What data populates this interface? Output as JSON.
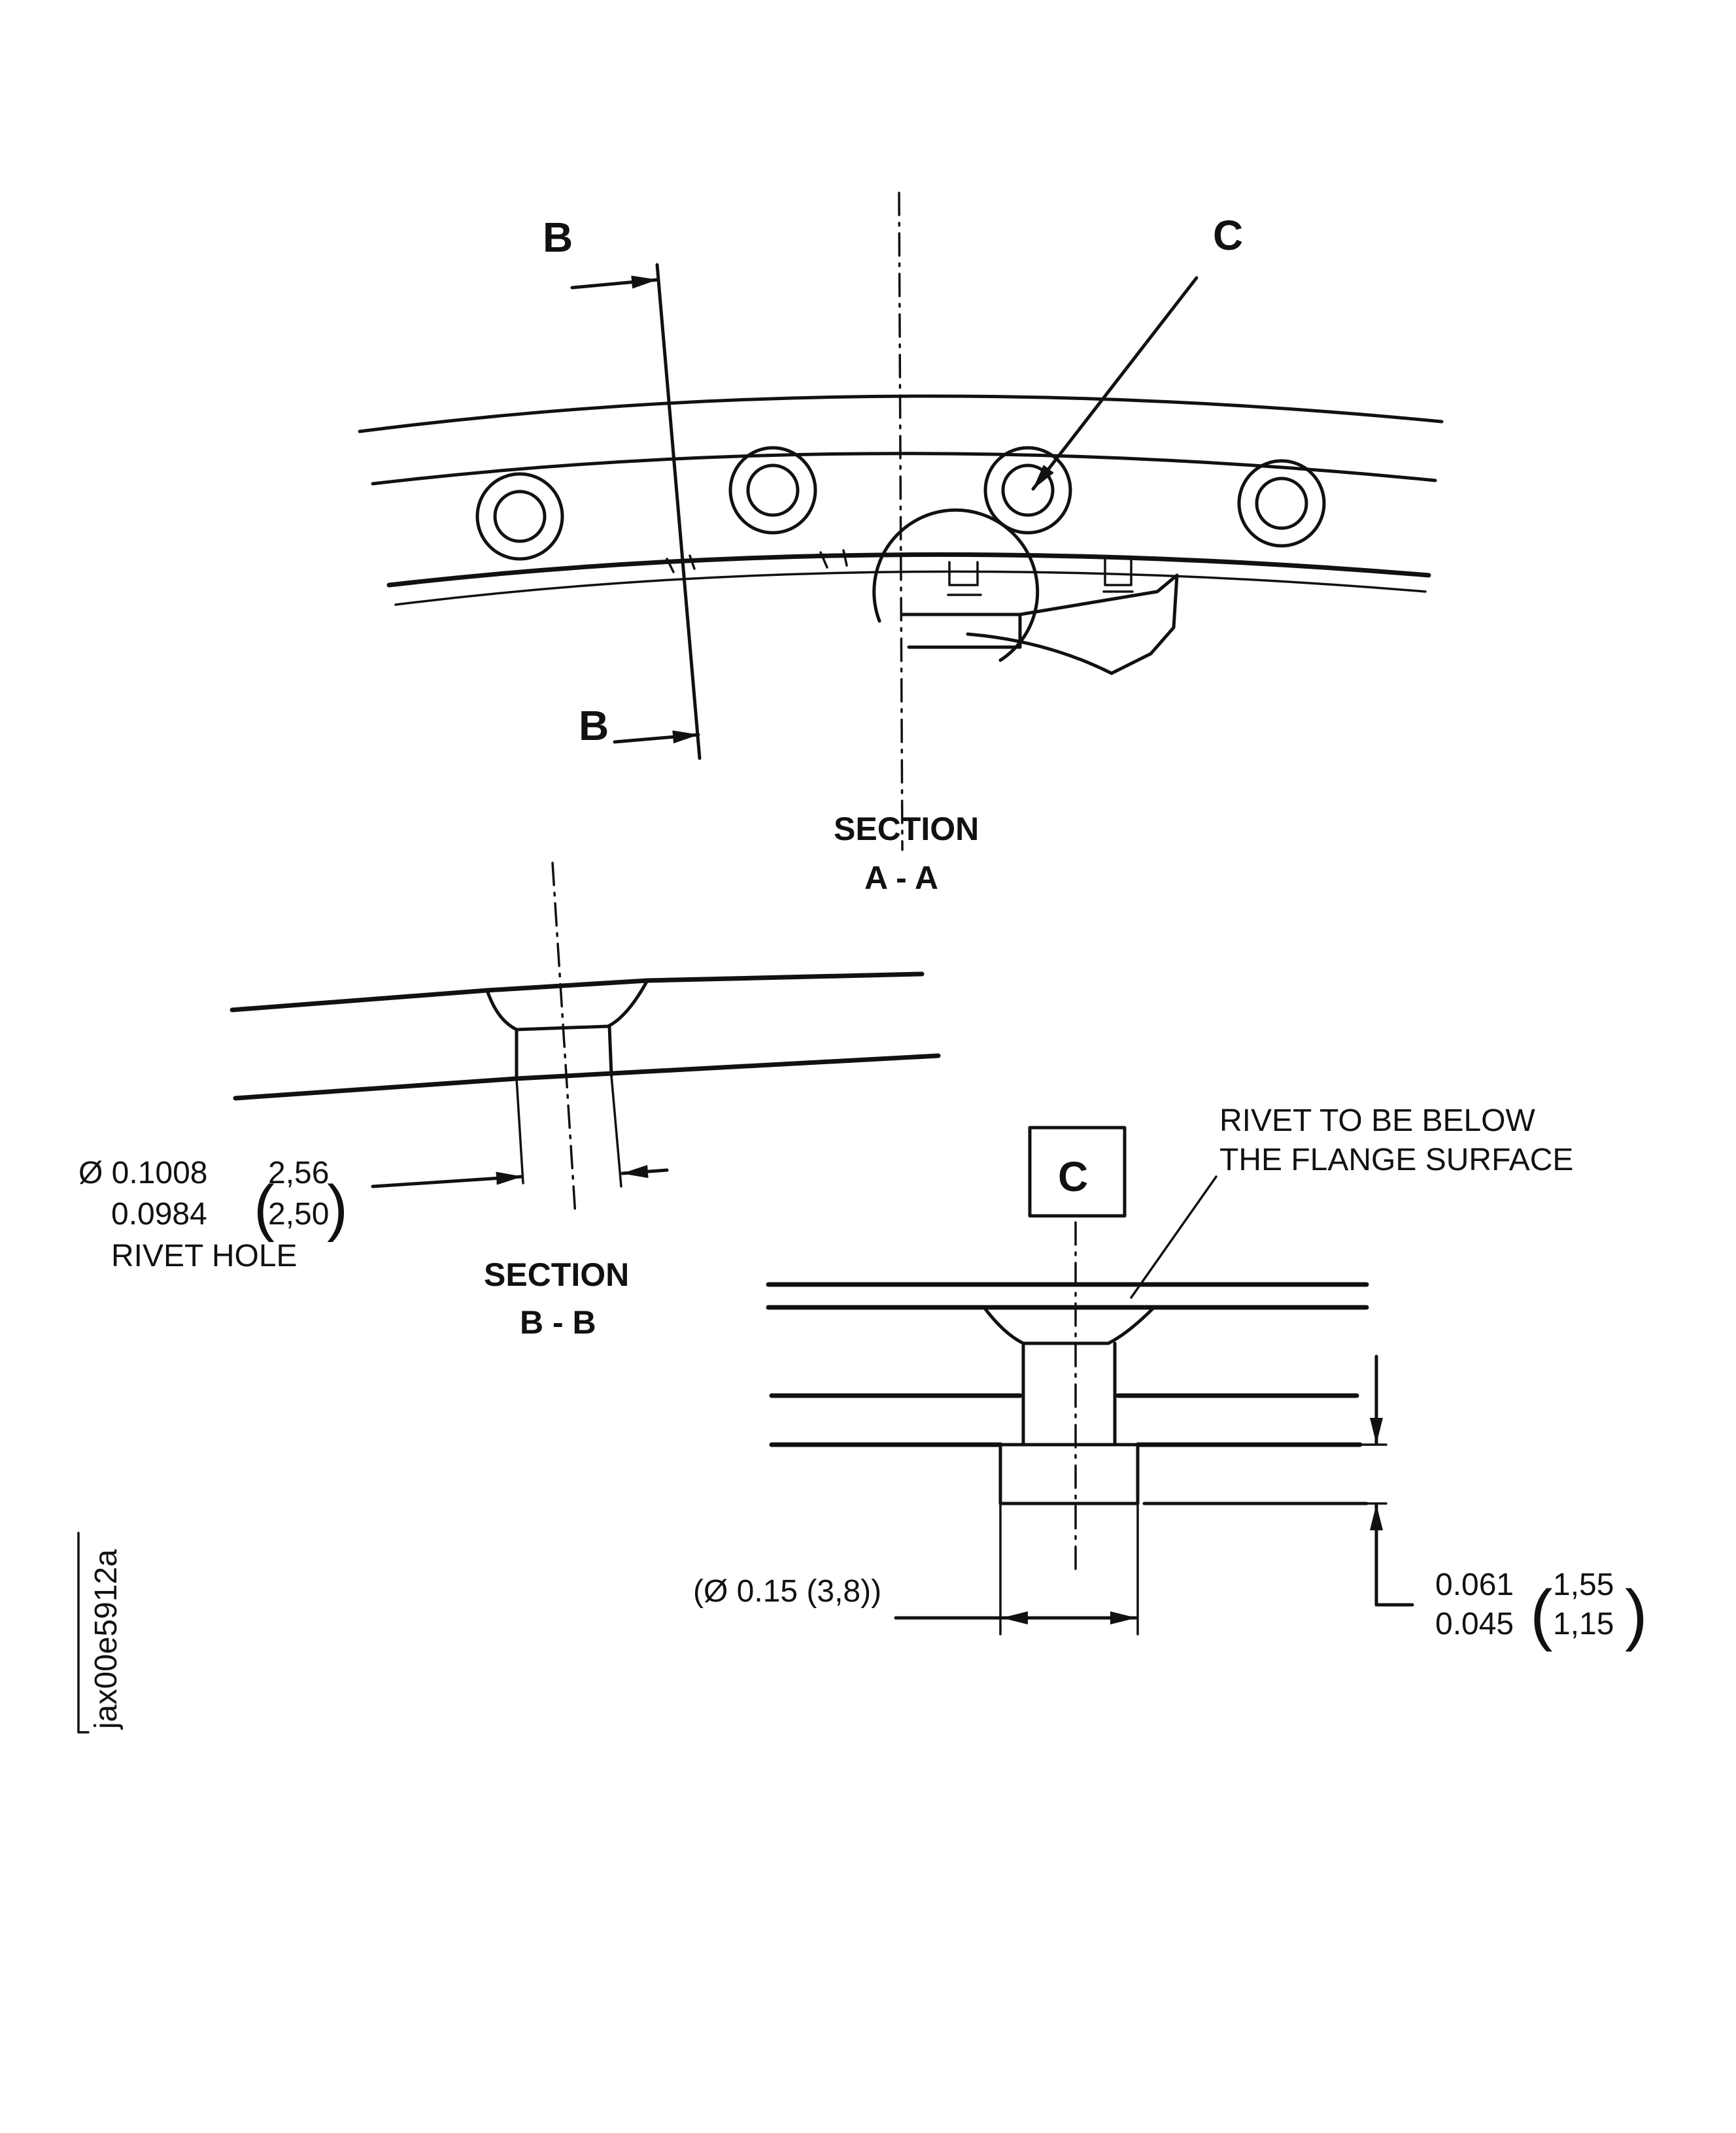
{
  "labels": {
    "section_marker_b_top": "B",
    "section_marker_b_bottom": "B",
    "detail_marker_c": "C",
    "section_aa_line1": "SECTION",
    "section_aa_line2": "A - A",
    "section_bb_line1": "SECTION",
    "section_bb_line2": "B - B",
    "detail_c_box": "C",
    "rivet_note_line1": "RIVET TO BE BELOW",
    "rivet_note_line2": "THE FLANGE SURFACE",
    "figure_id": "jax00e5912a"
  },
  "rivet_hole_dim": {
    "symbol_in": "Ø 0.1008",
    "in_max": "0.1008",
    "in_min": "0.0984",
    "mm_max": "2,56",
    "mm_min": "2,50",
    "open_paren": "(",
    "close_paren": ")",
    "caption": "RIVET HOLE"
  },
  "head_diameter_dim": {
    "text": "(Ø 0.15 (3,8))"
  },
  "head_height_dim": {
    "in_max": "0.061",
    "in_min": "0.045",
    "mm_max": "1,55",
    "mm_min": "1,15",
    "open_paren": "(",
    "close_paren": ")"
  }
}
